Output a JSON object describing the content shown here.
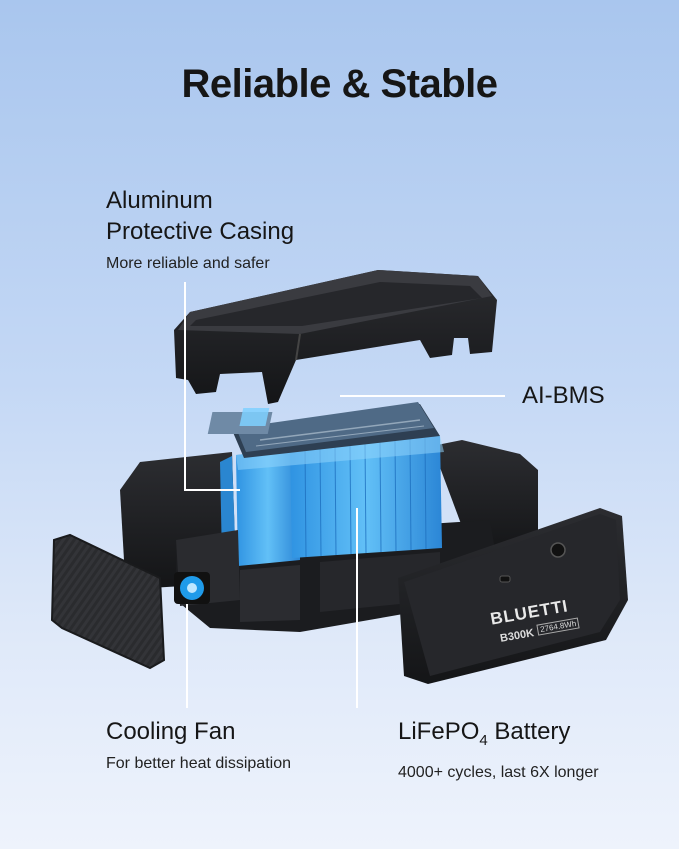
{
  "headline": "Reliable & Stable",
  "callouts": {
    "casing": {
      "title_line1": "Aluminum",
      "title_line2": "Protective Casing",
      "subtitle": "More reliable and safer"
    },
    "bms": {
      "title": "AI-BMS"
    },
    "fan": {
      "title": "Cooling Fan",
      "subtitle": "For better heat dissipation"
    },
    "battery": {
      "title_main": "LiFePO",
      "title_sub": "4",
      "title_end": " Battery",
      "subtitle": "4000+ cycles, last 6X longer"
    }
  },
  "product": {
    "brand": "BLUETTI",
    "model": "B300K",
    "capacity": "2764.8Wh"
  },
  "colors": {
    "background_top": "#a9c6ee",
    "background_bottom": "#eef3fc",
    "battery_cells": "#3da9f0",
    "shell": "#1f2023"
  }
}
